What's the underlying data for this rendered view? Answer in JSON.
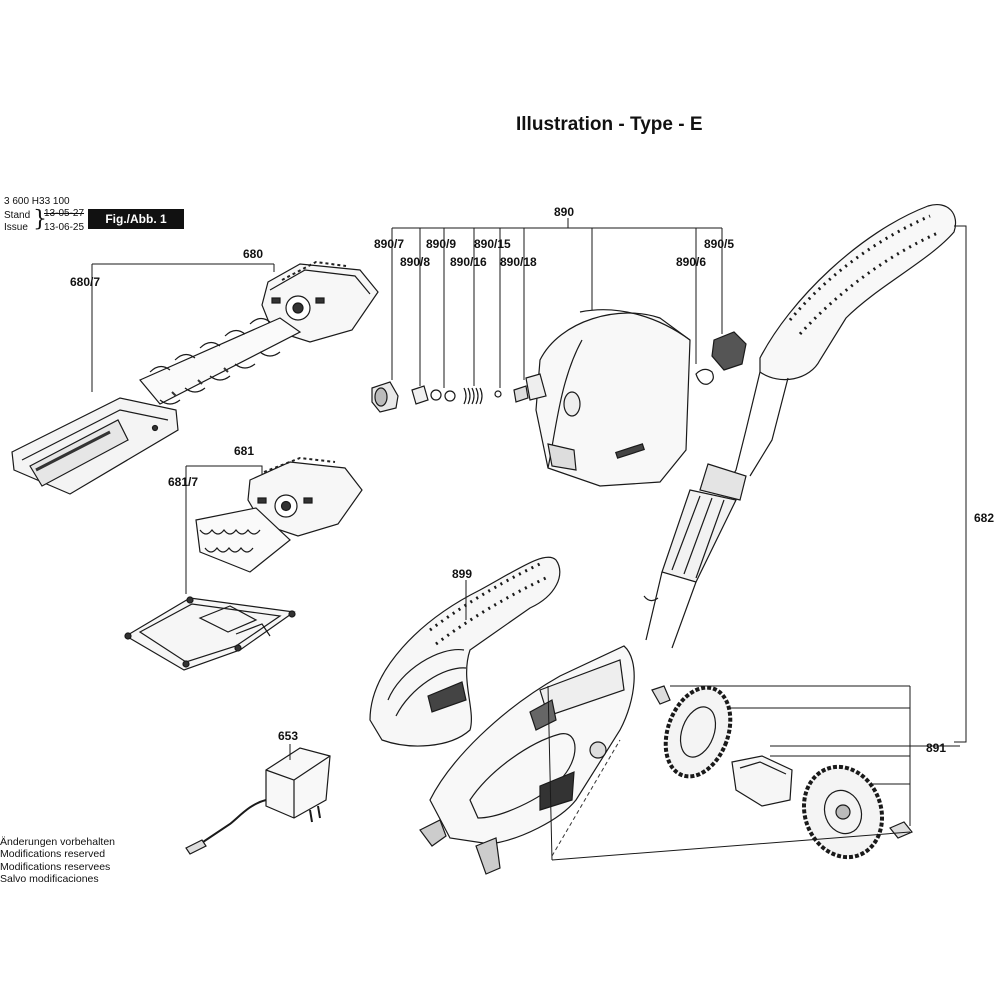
{
  "header": {
    "title": "Illustration - Type - E"
  },
  "meta": {
    "part_number": "3 600 H33 100",
    "stand_label": "Stand",
    "issue_label": "Issue",
    "stand_date_old": "13-05-27",
    "issue_date": "13-06-25",
    "fig_label": "Fig./Abb. 1"
  },
  "parts": {
    "p680": "680",
    "p680_7": "680/7",
    "p681": "681",
    "p681_7": "681/7",
    "p653": "653",
    "p890": "890",
    "p890_7": "890/7",
    "p890_8": "890/8",
    "p890_9": "890/9",
    "p890_16": "890/16",
    "p890_15": "890/15",
    "p890_18": "890/18",
    "p890_6": "890/6",
    "p890_5": "890/5",
    "p899": "899",
    "p682": "682",
    "p891": "891"
  },
  "notes": [
    "Änderungen vorbehalten",
    "Modifications reserved",
    "Modifications reservees",
    "Salvo modificaciones"
  ]
}
